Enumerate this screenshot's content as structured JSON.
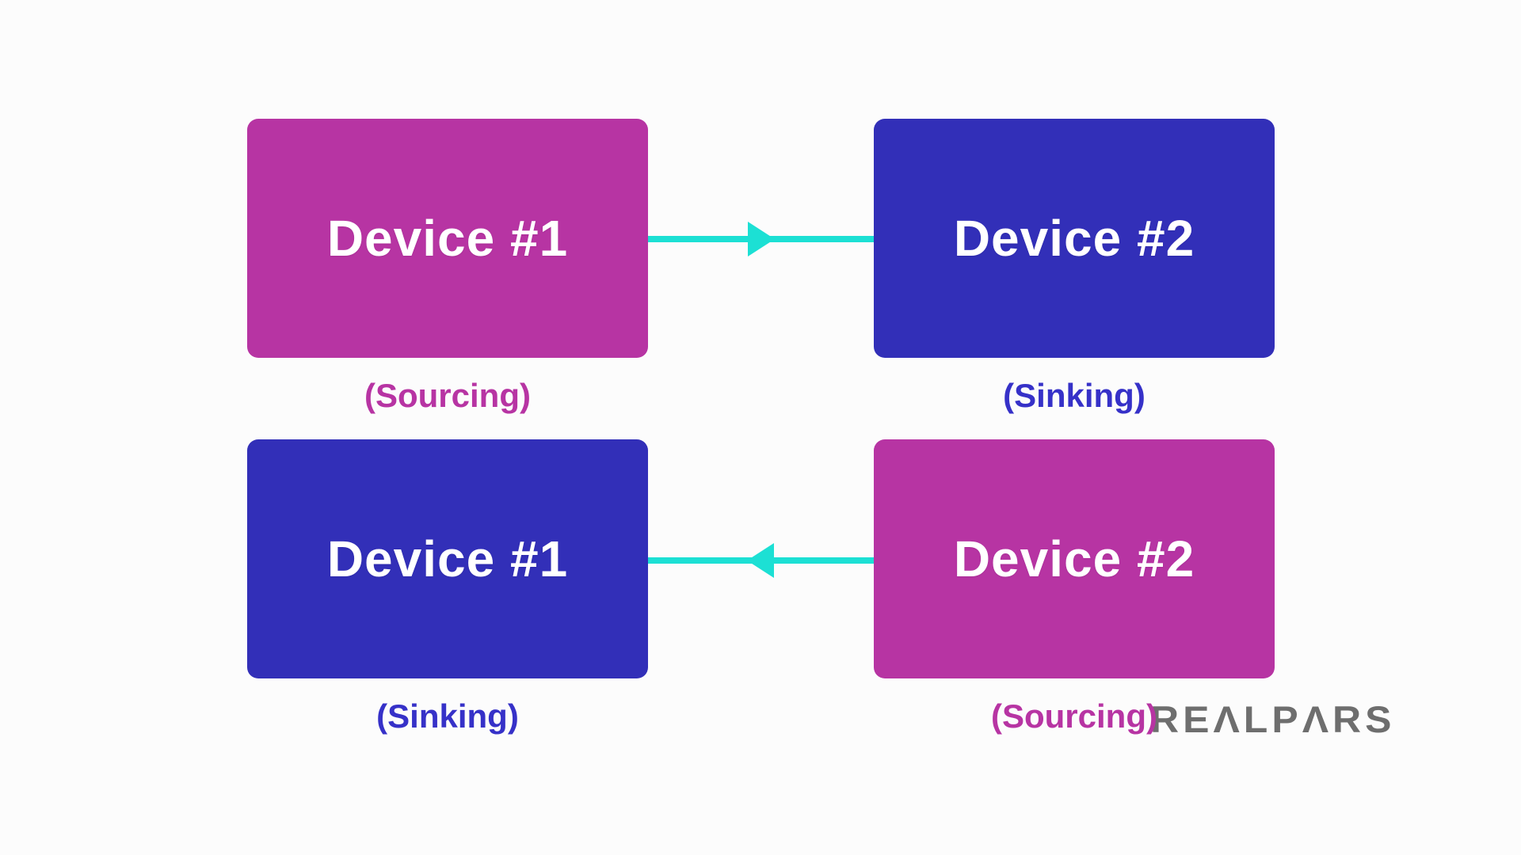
{
  "title": "Sourcing and sinking devices diagram",
  "colors": {
    "magenta": "#B734A3",
    "blue": "#322FB8",
    "label_blue": "#3631C8",
    "cyan": "#1CE0D4",
    "logo_gray": "#6E6E6E",
    "background": "#FCFCFC",
    "box_text": "#FFFFFF"
  },
  "diagram": {
    "rows": [
      {
        "left_box": {
          "label": "Device #1",
          "color": "magenta",
          "role": "(Sourcing)",
          "role_color": "magenta"
        },
        "right_box": {
          "label": "Device #2",
          "color": "blue",
          "role": "(Sinking)",
          "role_color": "label_blue"
        },
        "arrow": {
          "direction": "right",
          "color": "cyan"
        }
      },
      {
        "left_box": {
          "label": "Device #1",
          "color": "blue",
          "role": "(Sinking)",
          "role_color": "label_blue"
        },
        "right_box": {
          "label": "Device #2",
          "color": "magenta",
          "role": "(Sourcing)",
          "role_color": "magenta"
        },
        "arrow": {
          "direction": "left",
          "color": "cyan"
        }
      }
    ]
  },
  "logo": {
    "text": "REALPARS",
    "display": "REΛLPΛRS"
  }
}
